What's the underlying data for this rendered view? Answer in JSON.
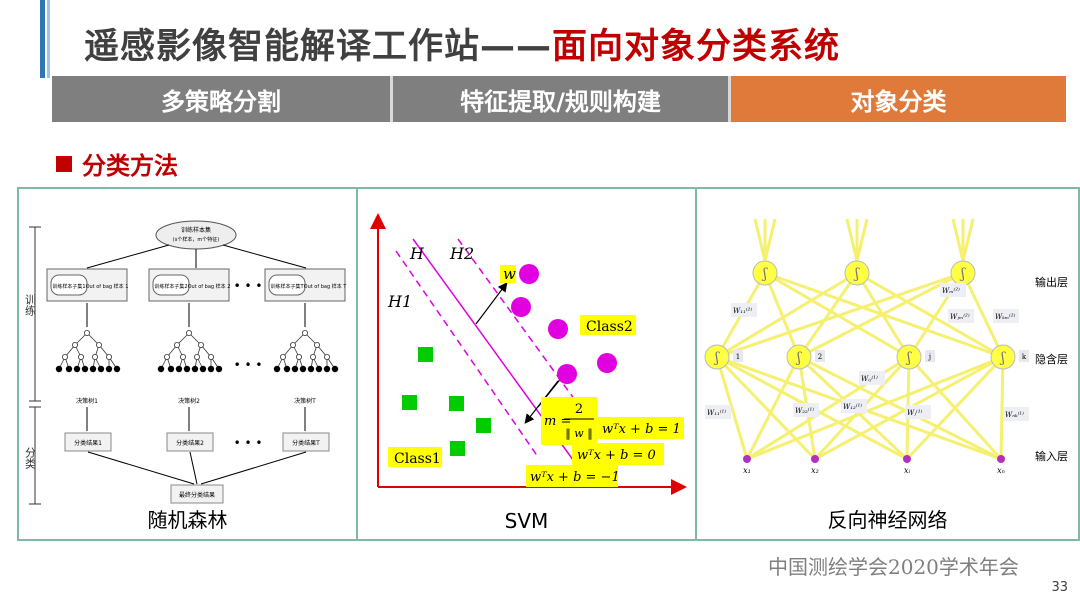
{
  "header": {
    "title_main": "遥感影像智能解译工作站——",
    "title_highlight": "面向对象分类系统"
  },
  "tabs": [
    {
      "label": "多策略分割",
      "state": "inactive"
    },
    {
      "label": "特征提取/规则构建",
      "state": "inactive"
    },
    {
      "label": "对象分类",
      "state": "active"
    }
  ],
  "section": {
    "title": "分类方法"
  },
  "rf": {
    "caption": "随机森林",
    "root_line1": "训练样本集",
    "root_line2": "(s个样本，m个特征)",
    "subset_labels": [
      "训练样本子集1",
      "训练样本子集2",
      "训练样本子集T"
    ],
    "oob_labels": [
      "Out of bag 样本 1",
      "Out of bag 样本 2",
      "Out of bag 样本 T"
    ],
    "tree_labels": [
      "决策树1",
      "决策树2",
      "决策树T"
    ],
    "result_labels": [
      "分类结果1",
      "分类结果2",
      "分类结果T"
    ],
    "final_label": "最终分类结果",
    "side_train": "训练",
    "side_classify": "分类",
    "ellipsis": "• • •"
  },
  "svm": {
    "caption": "SVM",
    "label_H": "H",
    "label_H1": "H1",
    "label_H2": "H2",
    "label_w": "w",
    "class1": "Class1",
    "class2": "Class2",
    "margin_m": "m =",
    "margin_num": "2",
    "margin_den": "‖ w ‖",
    "eq_plus": "wᵀx + b = 1",
    "eq_zero": "wᵀx + b = 0",
    "eq_minus": "wᵀx + b = −1",
    "colors": {
      "square": "#00cc00",
      "circle": "#e000e0",
      "label_bg": "#ffff00",
      "axis": "#e00000",
      "line": "#e000e0"
    }
  },
  "nn": {
    "caption": "反向神经网络",
    "layer_output": "输出层",
    "layer_hidden": "隐含层",
    "layer_input": "输入层",
    "hidden_labels": [
      "1",
      "2",
      "j",
      "k"
    ],
    "input_labels": [
      "x₁",
      "x₂",
      "xᵢ",
      "xₙ"
    ],
    "weights_hidden_out": [
      "W₁₁⁽²⁾",
      "Wₘ⁽²⁾",
      "Wⱼₘ⁽²⁾",
      "Wₖₘ⁽²⁾"
    ],
    "weights_in_hidden": [
      "W₁₁⁽¹⁾",
      "W₂₂⁽¹⁾",
      "Wⱼ⁽¹⁾",
      "W₁₂⁽¹⁾",
      "Wᵢⱼ⁽¹⁾",
      "Wₙₖ⁽¹⁾"
    ],
    "node_symbol": "ʃ",
    "colors": {
      "line": "#f5f070",
      "node": "#ffff44"
    }
  },
  "footer": {
    "org": "中国测绘学会2020学术年会",
    "page": "33"
  }
}
